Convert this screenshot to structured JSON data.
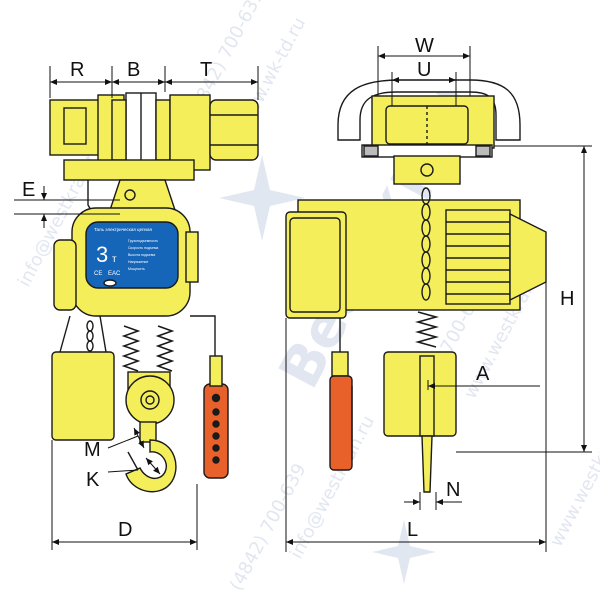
{
  "watermark": {
    "phone1": "(4842) 700-639",
    "site1": "www.wk-td.ru",
    "email1": "info@westkran.ru",
    "brand": "Вестькран",
    "phone2": "(4842) 700-639",
    "site2": "www.westkran.ru",
    "email2": "info@westkran.ru",
    "phone3": "(4842) 700-639",
    "site3": "www.westkran.ru"
  },
  "dimensions": {
    "R": "R",
    "B": "B",
    "T": "T",
    "E": "E",
    "M": "M",
    "K": "K",
    "D": "D",
    "W": "W",
    "U": "U",
    "H": "H",
    "A": "A",
    "N": "N",
    "L": "L"
  },
  "nameplate": {
    "title": "Таль электрическая цепная",
    "capacity": "3",
    "unit": "т",
    "lines": [
      "Грузоподъемность",
      "Скорость подъема",
      "Высота подъема",
      "Напряжение",
      "Мощность"
    ],
    "marks": [
      "CE",
      "EAC"
    ]
  },
  "colors": {
    "body": "#f4ee5a",
    "outline": "#1a1a1a",
    "plate": "#1565b8",
    "pendant": "#e8612a",
    "dim": "#111111"
  }
}
